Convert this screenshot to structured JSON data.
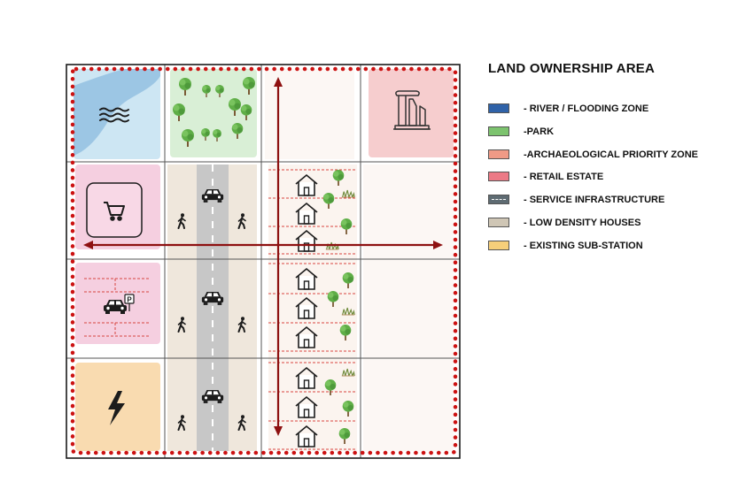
{
  "legend": {
    "title": "LAND OWNERSHIP AREA",
    "items": [
      {
        "label": "- RIVER / FLOODING ZONE",
        "color": "#2f62a8",
        "pattern": "solid"
      },
      {
        "label": "-PARK",
        "color": "#7cc36e",
        "pattern": "solid"
      },
      {
        "label": "-ARCHAEOLOGICAL PRIORITY ZONE",
        "color": "#ef9a86",
        "pattern": "solid"
      },
      {
        "label": "- RETAIL ESTATE",
        "color": "#ec7a86",
        "pattern": "solid"
      },
      {
        "label": "- SERVICE INFRASTRUCTURE",
        "color": "#5e6b72",
        "pattern": "dashed"
      },
      {
        "label": "- LOW DENSITY HOUSES",
        "color": "#cfc6b5",
        "pattern": "solid"
      },
      {
        "label": "- EXISTING SUB-STATION",
        "color": "#f6cf7a",
        "pattern": "solid"
      }
    ]
  },
  "map": {
    "zone_colors": {
      "river_cell": "#cde6f3",
      "river": "#9cc6e4",
      "park": "#d9efd6",
      "archaeological": "#f6cdce",
      "retail": "#f5cfe0",
      "parking": "#f5cfe0",
      "substation": "#f9dbb0",
      "road": "#c7c7c7",
      "sidewalk": "#efe7dc",
      "housing": "#fbf4ef",
      "plain": "#fcf7f4"
    },
    "boundary_color": "#cc1212",
    "axis_color": "#8e1111",
    "parking_sign": "P",
    "icons": {
      "river": "water-waves-icon",
      "park": "tree-icon",
      "archaeological": "ancient-columns-icon",
      "retail": "shopping-cart-icon",
      "parking": "car-icon",
      "road": "car-icon",
      "sidewalk": "pedestrian-icon",
      "housing": "house-icon",
      "substation": "lightning-bolt-icon"
    }
  }
}
